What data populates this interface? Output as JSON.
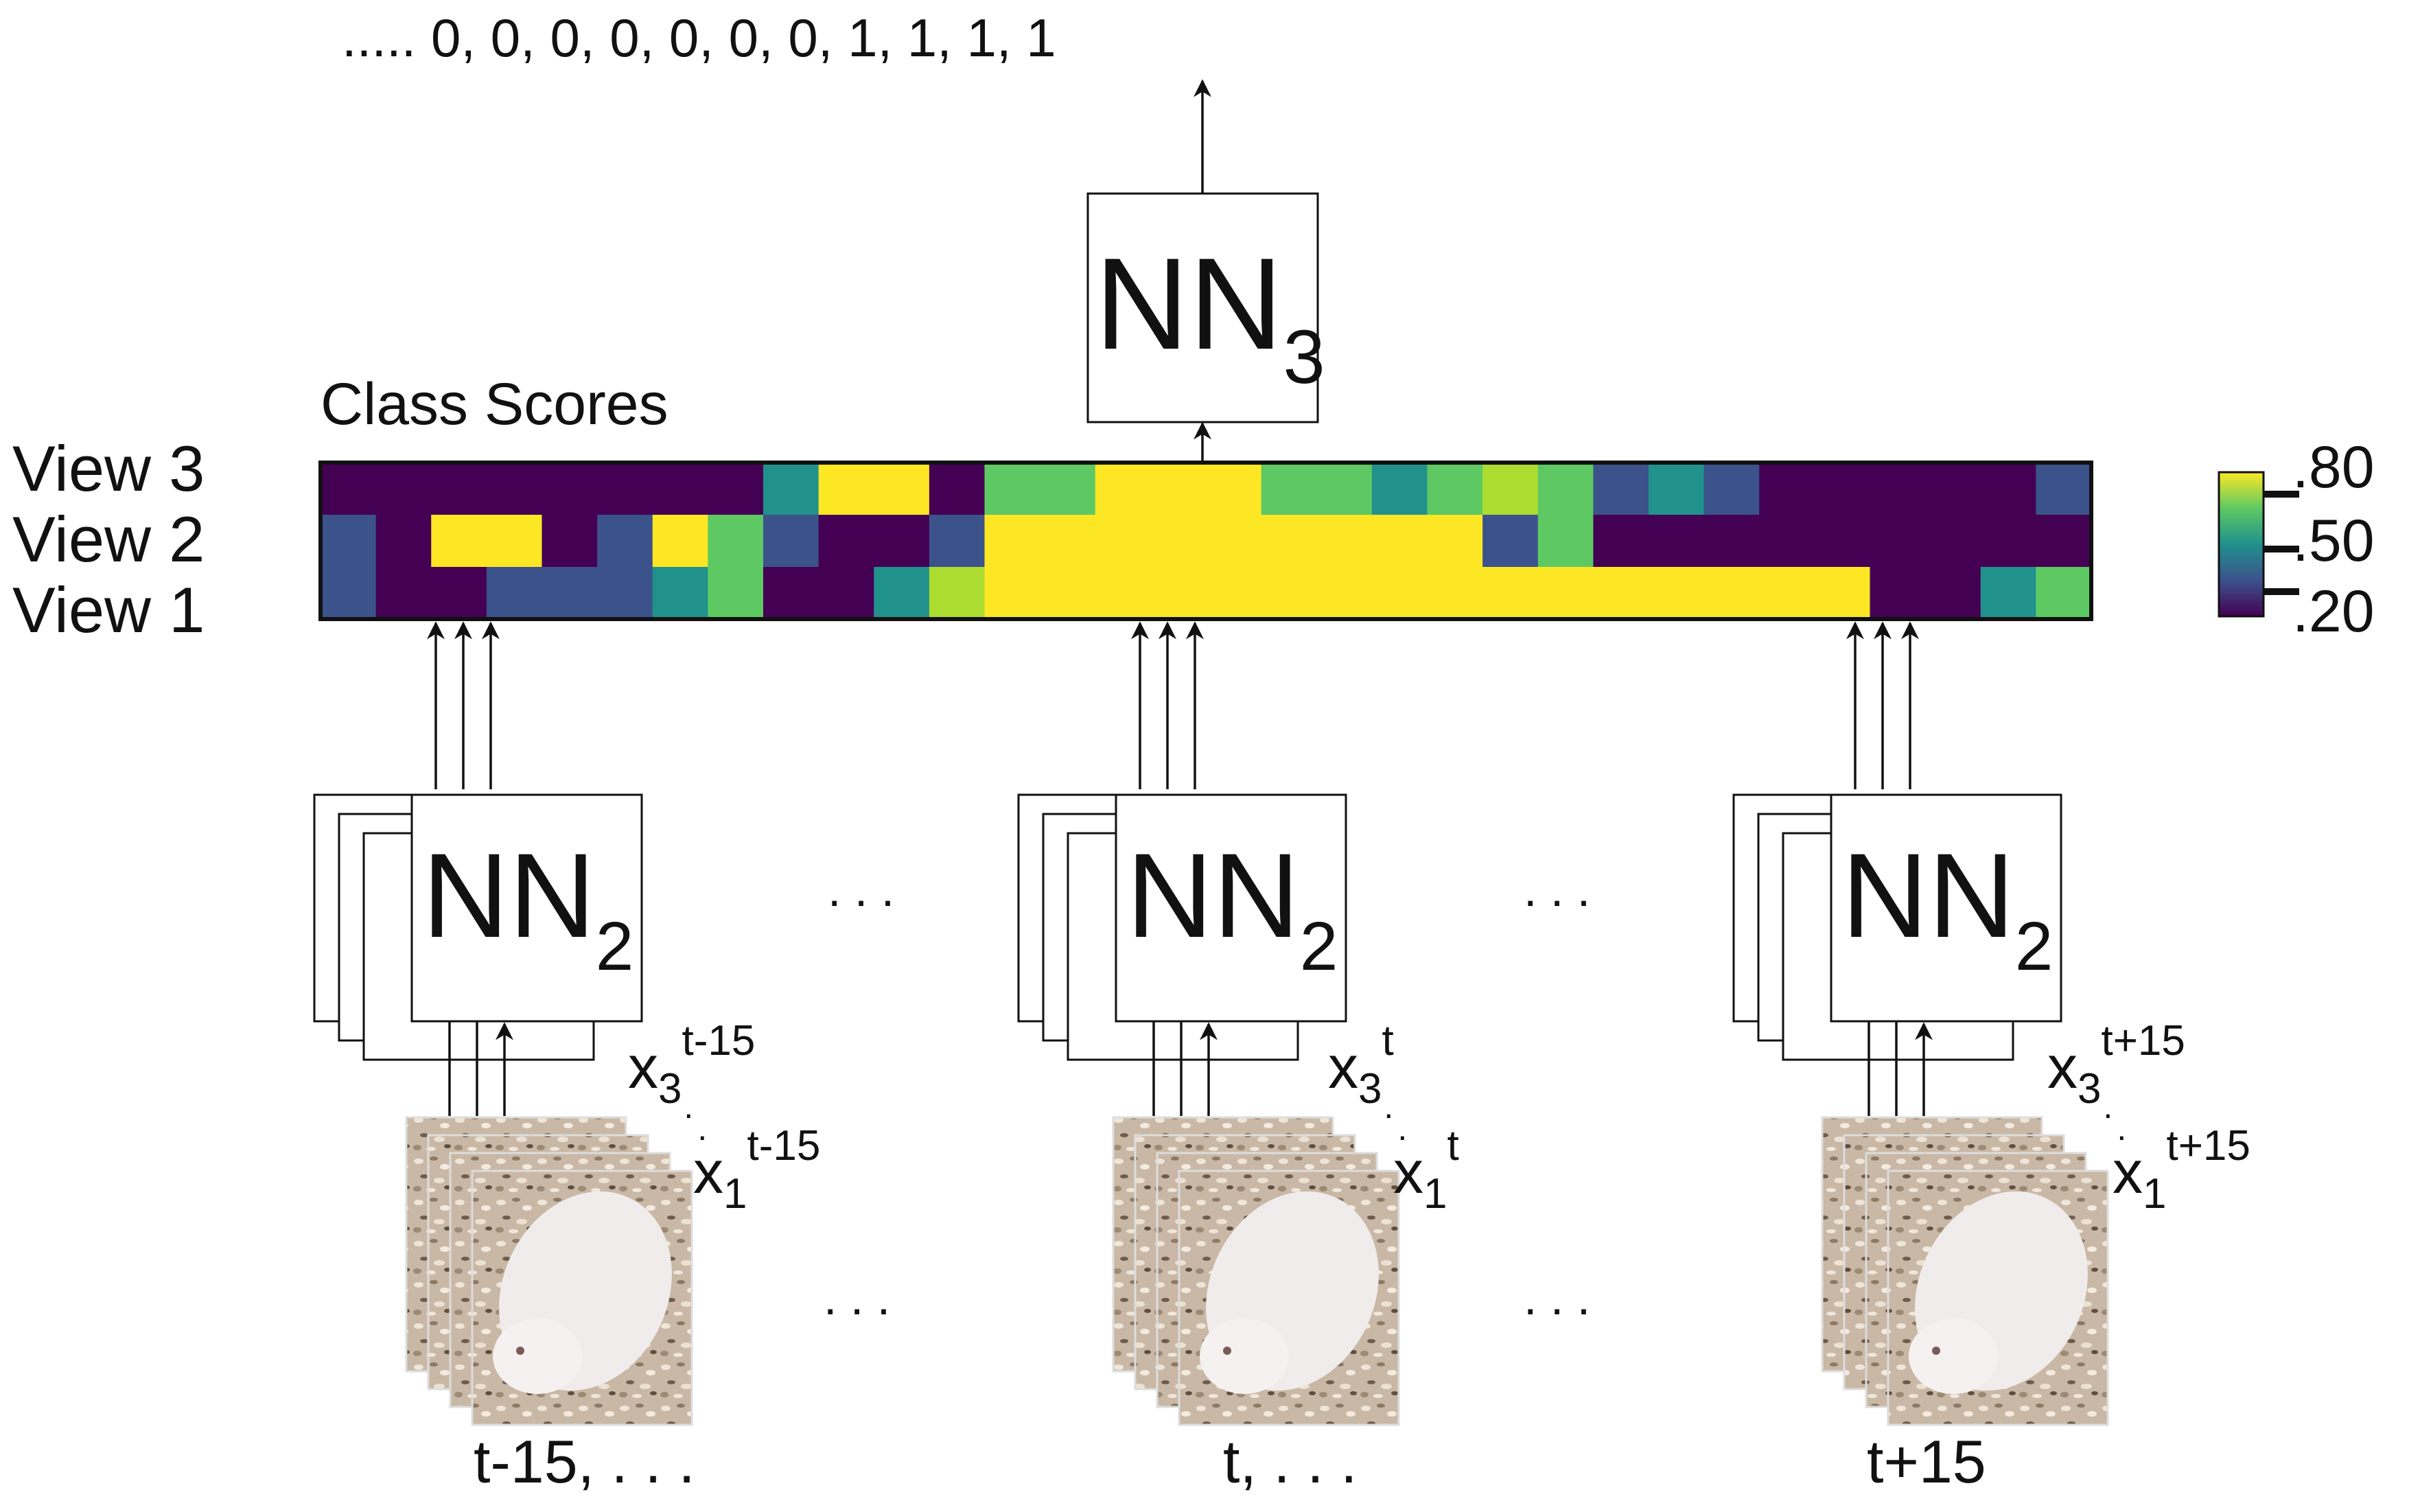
{
  "output_sequence": "..... 0, 0, 0, 0, 0, 0, 0, 1, 1, 1, 1",
  "nn3": {
    "name": "NN",
    "sub": "3"
  },
  "nn2": {
    "name": "NN",
    "sub": "2"
  },
  "class_scores": {
    "title": "Class Scores",
    "row_labels": [
      "View 3",
      "View 2",
      "View 1"
    ],
    "colors": {
      "purple": "#440154",
      "blue": "#3b528b",
      "teal": "#21918c",
      "green": "#5ec962",
      "lightgreen": "#addc30",
      "yellow": "#fde725",
      "mid": "#2c728e"
    },
    "cells": [
      [
        "purple",
        "purple",
        "purple",
        "purple",
        "purple",
        "purple",
        "purple",
        "purple",
        "teal",
        "yellow",
        "yellow",
        "purple",
        "green",
        "green",
        "yellow",
        "yellow",
        "yellow",
        "green",
        "green",
        "teal",
        "green",
        "lightgreen",
        "green",
        "blue",
        "teal",
        "blue",
        "purple",
        "purple",
        "purple",
        "purple",
        "purple",
        "blue"
      ],
      [
        "blue",
        "purple",
        "yellow",
        "yellow",
        "purple",
        "blue",
        "yellow",
        "green",
        "blue",
        "purple",
        "purple",
        "blue",
        "yellow",
        "yellow",
        "yellow",
        "yellow",
        "yellow",
        "yellow",
        "yellow",
        "yellow",
        "yellow",
        "blue",
        "green",
        "purple",
        "purple",
        "purple",
        "purple",
        "purple",
        "purple",
        "purple",
        "purple",
        "purple"
      ],
      [
        "blue",
        "purple",
        "purple",
        "blue",
        "blue",
        "blue",
        "teal",
        "green",
        "purple",
        "purple",
        "teal",
        "lightgreen",
        "yellow",
        "yellow",
        "yellow",
        "yellow",
        "yellow",
        "yellow",
        "yellow",
        "yellow",
        "yellow",
        "yellow",
        "yellow",
        "yellow",
        "yellow",
        "yellow",
        "yellow",
        "yellow",
        "purple",
        "purple",
        "teal",
        "green"
      ]
    ],
    "colorbar_ticks": [
      ".80",
      ".50",
      ".20"
    ]
  },
  "columns": [
    {
      "x_top": "x",
      "x_top_sub": "3",
      "x_top_sup": "t-15",
      "x_bot": "x",
      "x_bot_sub": "1",
      "x_bot_sup": "t-15",
      "time_label": "t-15, . . ."
    },
    {
      "x_top": "x",
      "x_top_sub": "3",
      "x_top_sup": "t",
      "x_bot": "x",
      "x_bot_sub": "1",
      "x_bot_sup": "t",
      "time_label": "t, . . ."
    },
    {
      "x_top": "x",
      "x_top_sub": "3",
      "x_top_sup": "t+15",
      "x_bot": "x",
      "x_bot_sub": "1",
      "x_bot_sup": "t+15",
      "time_label": "t+15"
    }
  ],
  "ellipsis": ". . ."
}
